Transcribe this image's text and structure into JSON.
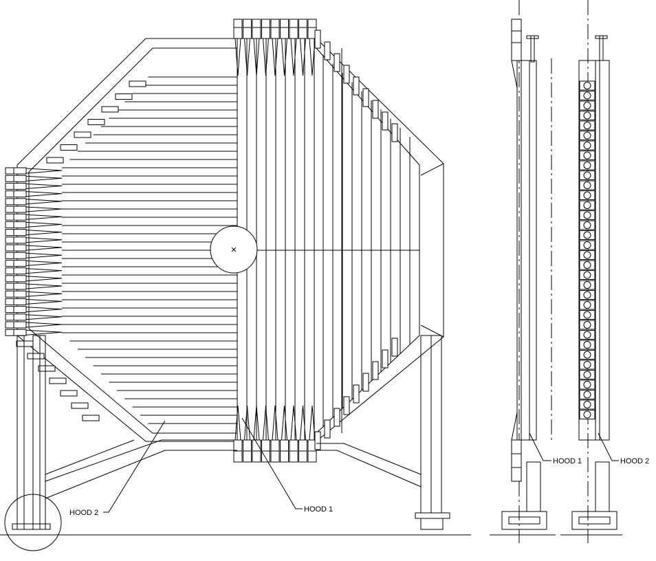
{
  "labels": {
    "front_hood1": "HOOD 1",
    "front_hood2": "HOOD 2",
    "side_hood1": "HOOD 1",
    "side_hood2": "HOOD 2"
  },
  "colors": {
    "ink": "#000000",
    "paper": "#ffffff"
  }
}
